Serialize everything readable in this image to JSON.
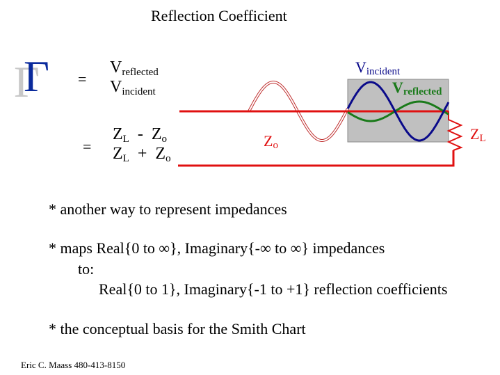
{
  "title": "Reflection Coefficient",
  "gamma_symbol": "Γ",
  "equals": "=",
  "formula1": {
    "num_base": "V",
    "num_sub": "reflected",
    "den_base": "V",
    "den_sub": "incident"
  },
  "formula2": {
    "num_a": "Z",
    "num_a_sub": "L",
    "num_op": "-",
    "num_b": "Z",
    "num_b_sub": "o",
    "den_a": "Z",
    "den_a_sub": "L",
    "den_op": "+",
    "den_b": "Z",
    "den_b_sub": "o"
  },
  "diagram": {
    "v_incident_base": "V",
    "v_incident_sub": "incident",
    "v_reflected_base": "V",
    "v_reflected_sub": "reflected",
    "zo_base": "Z",
    "zo_sub": "o",
    "zl_base": "Z",
    "zl_sub": "L",
    "colors": {
      "line": "#e01010",
      "incident": "#0a0a8a",
      "reflected": "#1a7a1a",
      "box": "#c0c0c0"
    }
  },
  "bullets": [
    "* another way to represent impedances",
    "* maps Real{0 to ∞}, Imaginary{-∞ to ∞} impedances",
    "to:",
    "Real{0 to 1}, Imaginary{-1 to +1} reflection coefficients",
    "* the conceptual basis for the Smith Chart"
  ],
  "footer": "Eric C. Maass  480-413-8150"
}
